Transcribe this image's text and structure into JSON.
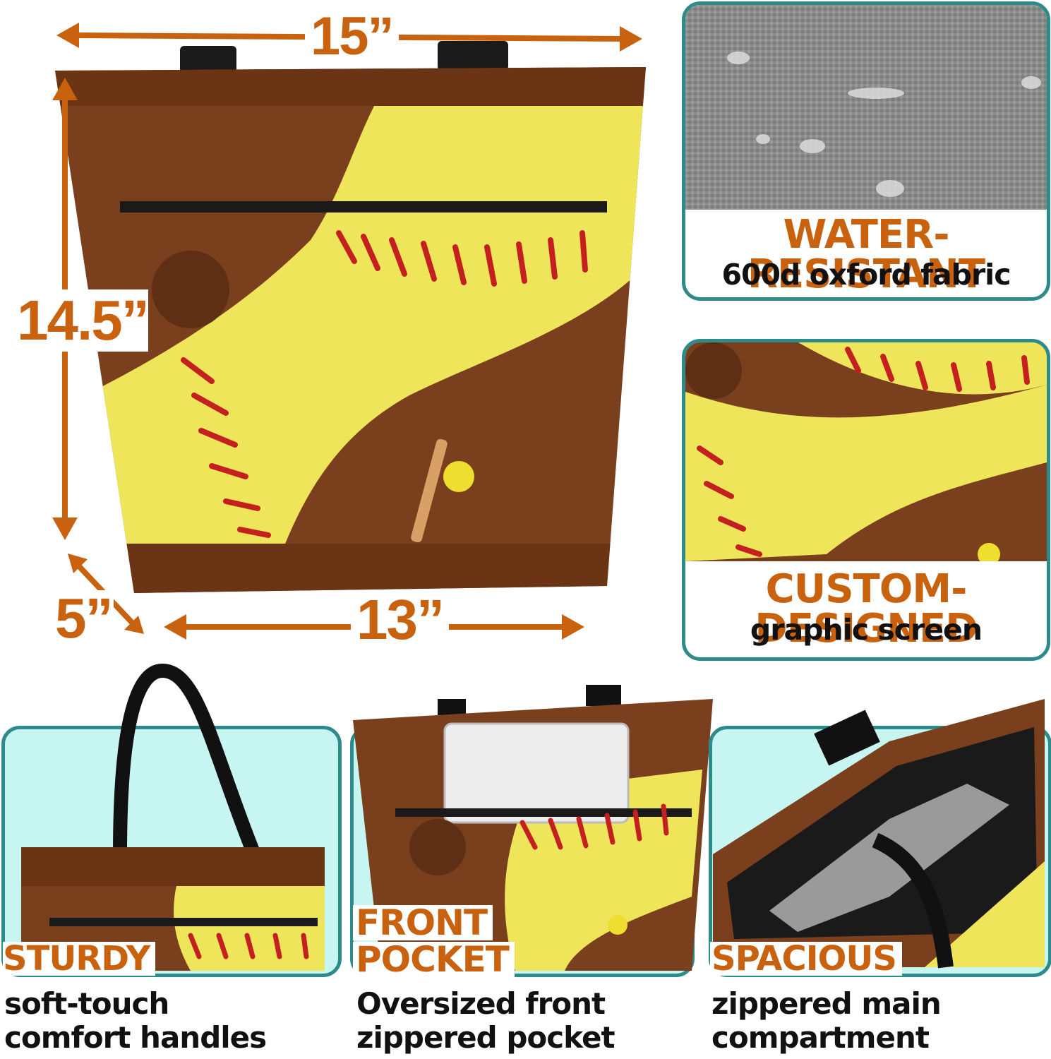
{
  "dimensions": {
    "width_label": "15”",
    "height_label": "14.5”",
    "depth_label": "5”",
    "base_label": "13”"
  },
  "features": [
    {
      "title": "WATER-RESISTANT",
      "subtitle_lines": [
        "600d oxford fabric"
      ]
    },
    {
      "title": "CUSTOM-DESIGNED",
      "subtitle_lines": [
        "graphic screen"
      ]
    },
    {
      "title": "STURDY",
      "subtitle_lines": [
        "soft-touch",
        "comfort handles"
      ]
    },
    {
      "title_lines": [
        "FRONT",
        "POCKET"
      ],
      "subtitle_lines": [
        "Oversized front",
        "zippered pocket"
      ]
    },
    {
      "title": "SPACIOUS",
      "subtitle_lines": [
        "zippered main",
        "compartment"
      ]
    }
  ],
  "colors": {
    "accent_orange": "#c8620f",
    "teal_border": "#2e8b8b",
    "leather_brown": "#7a3f1c",
    "softball_yellow": "#eee55a",
    "stitch_red": "#c42020"
  }
}
